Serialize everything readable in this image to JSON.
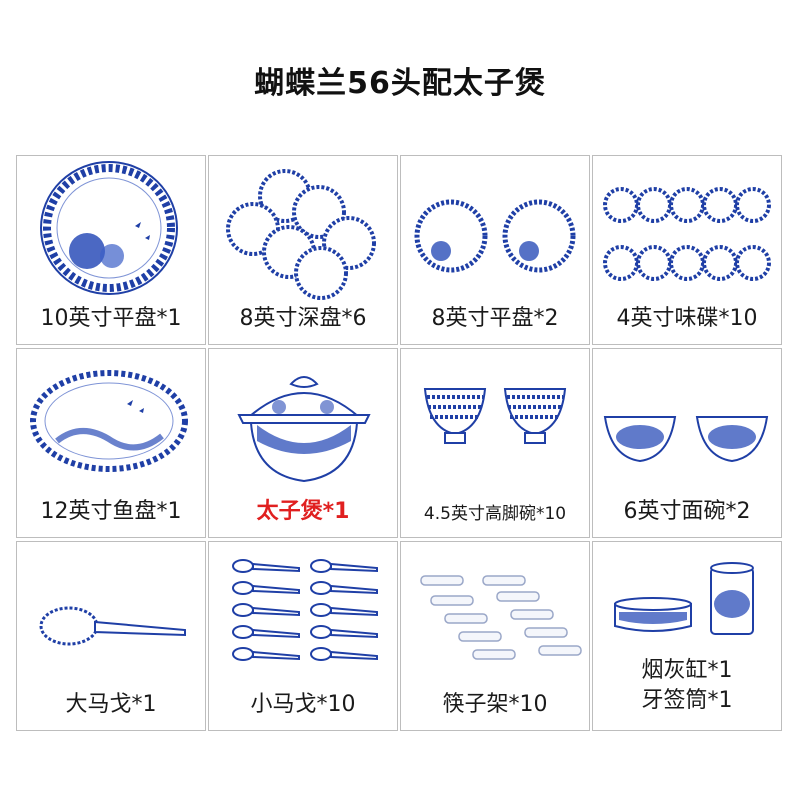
{
  "title": "蝴蝶兰56头配太子煲",
  "colors": {
    "blue": "#1f3fa6",
    "label_highlight": "#e02020",
    "border": "#bdbdbd"
  },
  "items": [
    {
      "label": "10英寸平盘*1",
      "icon": "large-flat-plate-icon"
    },
    {
      "label": "8英寸深盘*6",
      "icon": "deep-plates-icon"
    },
    {
      "label": "8英寸平盘*2",
      "icon": "flat-plates-icon"
    },
    {
      "label": "4英寸味碟*10",
      "icon": "sauce-dishes-icon"
    },
    {
      "label": "12英寸鱼盘*1",
      "icon": "fish-plate-icon"
    },
    {
      "label": "太子煲*1",
      "icon": "tureen-icon",
      "highlight": true
    },
    {
      "label": "4.5英寸高脚碗*10",
      "icon": "footed-bowls-icon"
    },
    {
      "label": "6英寸面碗*2",
      "icon": "noodle-bowls-icon"
    },
    {
      "label": "大马戈*1",
      "icon": "large-spoon-icon"
    },
    {
      "label": "小马戈*10",
      "icon": "small-spoons-icon"
    },
    {
      "label": "筷子架*10",
      "icon": "chopstick-rests-icon"
    },
    {
      "label_line1": "烟灰缸*1",
      "label_line2": "牙签筒*1",
      "icon": "ashtray-toothpick-holder-icon"
    }
  ]
}
